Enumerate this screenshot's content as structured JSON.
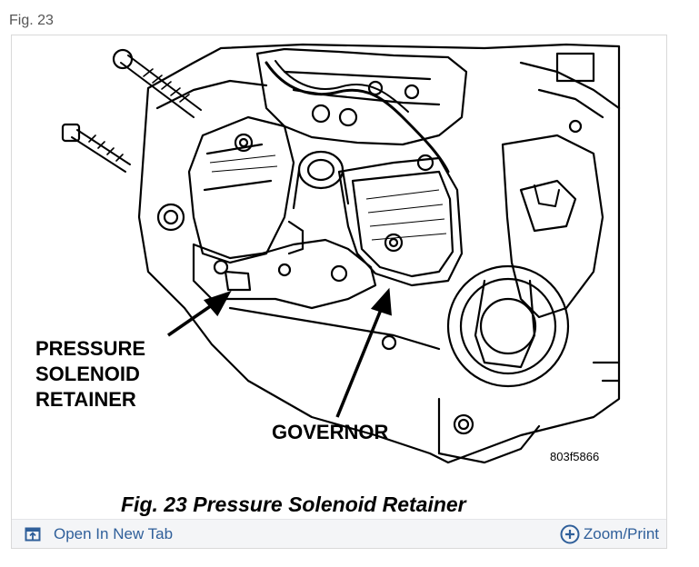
{
  "header": {
    "fig_label": "Fig. 23"
  },
  "figure": {
    "labels": {
      "pressure_line1": "PRESSURE",
      "pressure_line2": "SOLENOID",
      "pressure_line3": "RETAINER",
      "governor": "GOVERNOR"
    },
    "ref_code": "803f5866",
    "caption": "Fig. 23 Pressure Solenoid Retainer"
  },
  "toolbar": {
    "open_tab_label": "Open In New Tab",
    "zoom_label": "Zoom/Print"
  },
  "icons": {
    "open_tab": "open-new-tab-icon",
    "zoom": "zoom-plus-icon"
  },
  "colors": {
    "link": "#2f5f9a",
    "toolbar_bg": "#f4f5f7",
    "frame_border": "#d9d9d9",
    "fig_label": "#555555"
  }
}
